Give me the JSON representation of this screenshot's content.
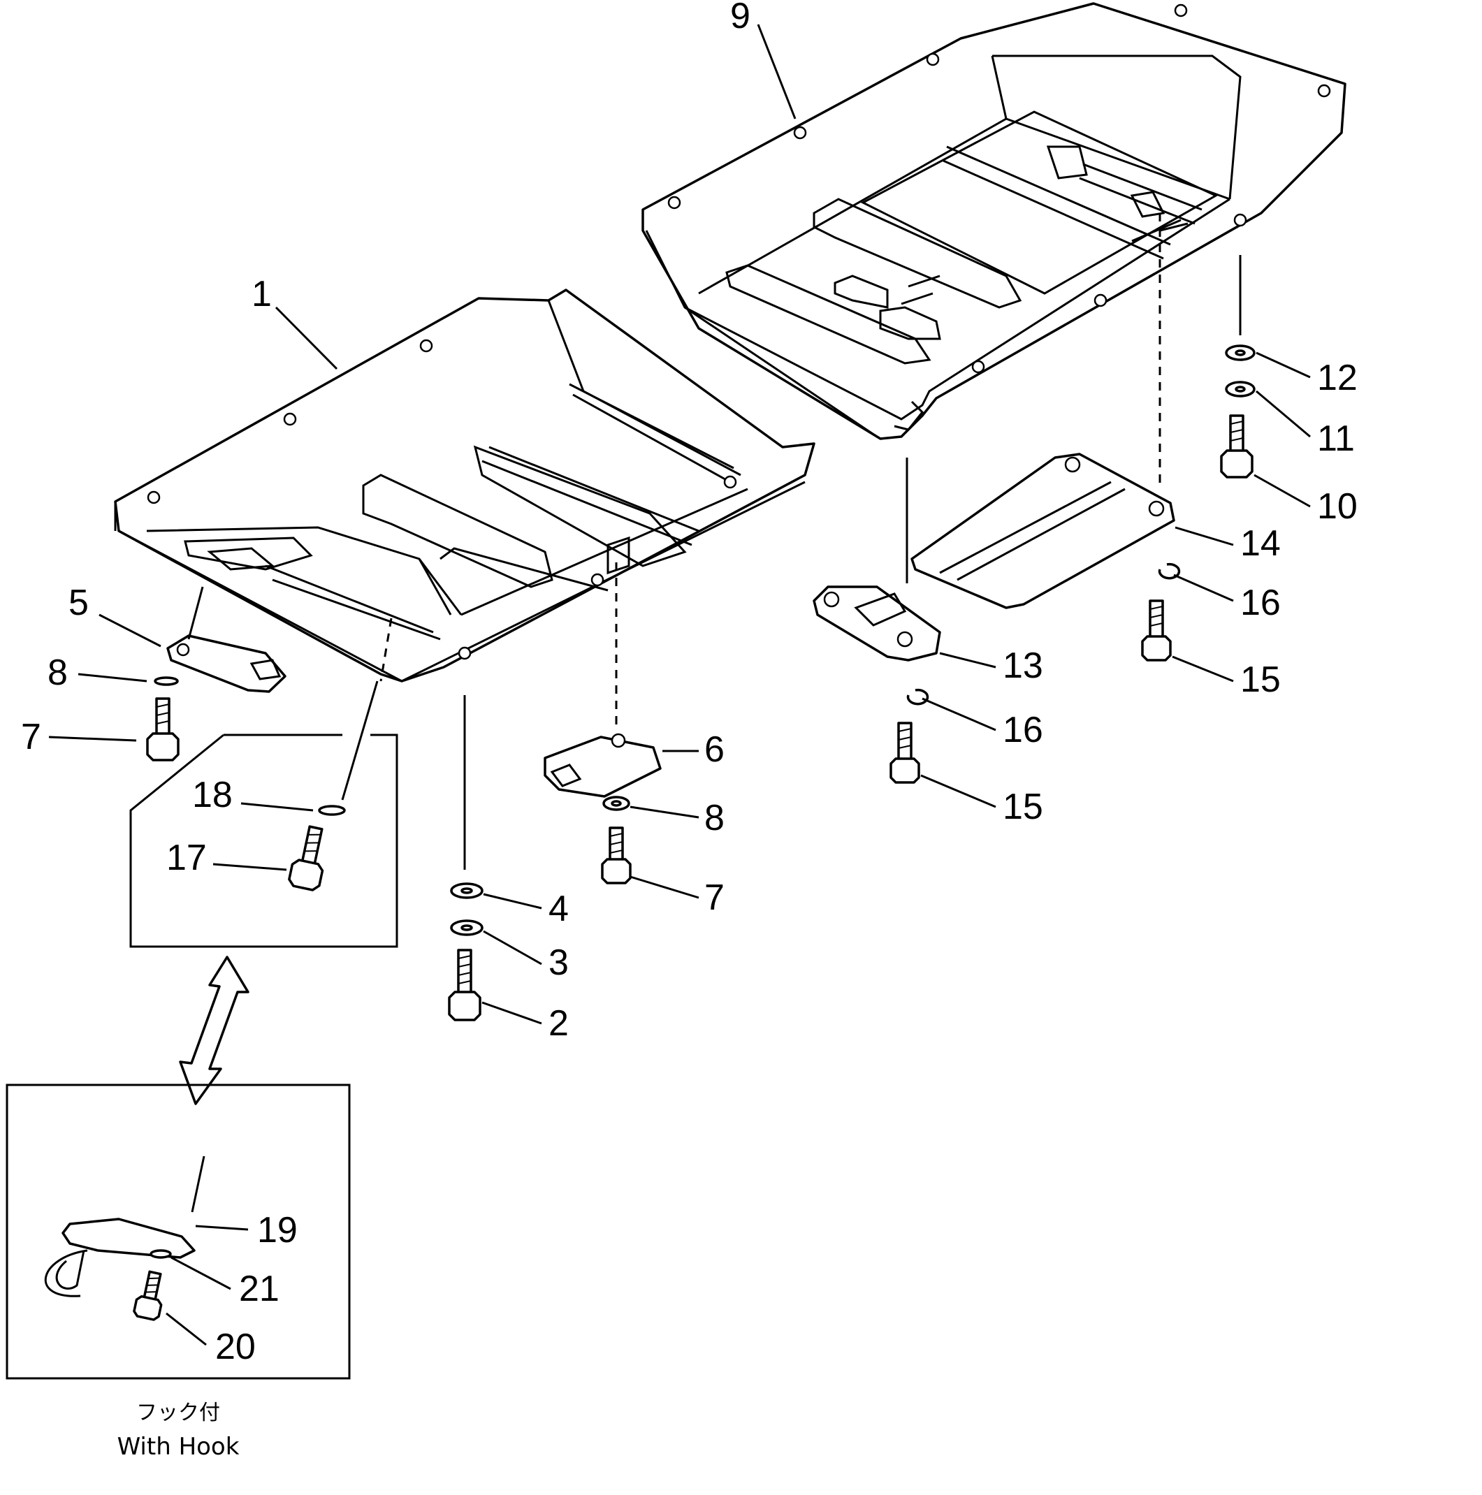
{
  "callouts": {
    "c1": "1",
    "c2": "2",
    "c3": "3",
    "c4": "4",
    "c5": "5",
    "c6": "6",
    "c7a": "7",
    "c7b": "7",
    "c8a": "8",
    "c8b": "8",
    "c9": "9",
    "c10": "10",
    "c11": "11",
    "c12": "12",
    "c13": "13",
    "c14": "14",
    "c15a": "15",
    "c15b": "15",
    "c16a": "16",
    "c16b": "16",
    "c17": "17",
    "c18": "18",
    "c19": "19",
    "c20": "20",
    "c21": "21"
  },
  "caption": {
    "japanese": "フック付",
    "english": "With Hook"
  }
}
